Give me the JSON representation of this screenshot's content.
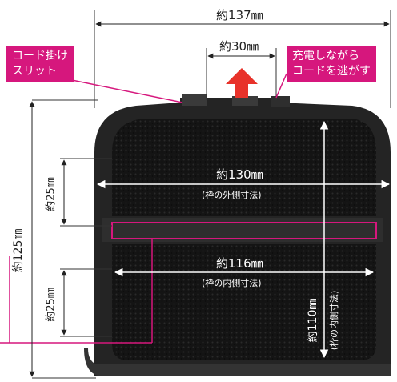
{
  "dimensions": {
    "overall_width": "約137㎜",
    "slot_gap": "約30㎜",
    "outer_width": "約130㎜",
    "outer_width_note": "(枠の外側寸法)",
    "inner_width": "約116㎜",
    "inner_width_note": "(枠の内側寸法)",
    "overall_height": "約125㎜",
    "upper_section_height": "約25㎜",
    "lower_section_height": "約25㎜",
    "inner_height": "約110㎜",
    "inner_height_note": "(枠の内側寸法)"
  },
  "callouts": {
    "cord_slit": [
      "コード掛け",
      "スリット"
    ],
    "charging_escape": [
      "充電しながら",
      "コードを逃がす"
    ]
  },
  "colors": {
    "accent": "#d6177d",
    "tray": "#1c1c1c",
    "arrow": "#e8322a"
  }
}
